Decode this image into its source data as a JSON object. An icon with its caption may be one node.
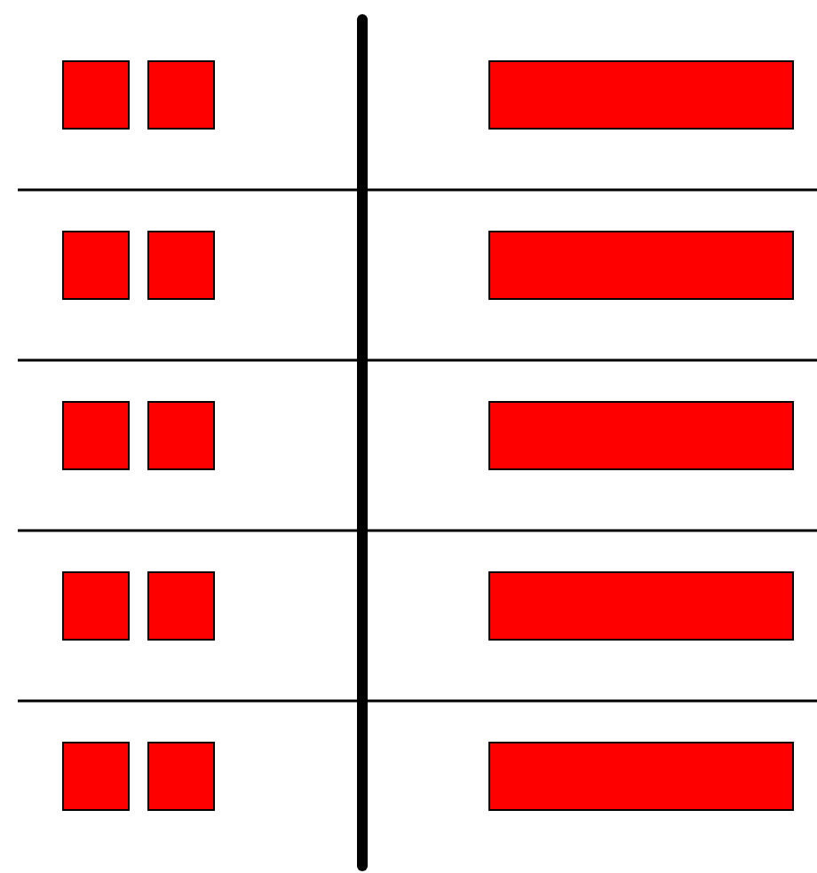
{
  "diagram": {
    "nodes": [
      {
        "text": [],
        "shape": "box"
      },
      {
        "text": [],
        "shape": "box"
      },
      {
        "text": [],
        "shape": "bar"
      },
      {
        "text": [],
        "shape": "box"
      },
      {
        "text": [],
        "shape": "box"
      },
      {
        "text": [],
        "shape": "bar"
      },
      {
        "text": [],
        "shape": "box"
      },
      {
        "text": [],
        "shape": "box"
      },
      {
        "text": [],
        "shape": "bar"
      },
      {
        "text": [],
        "shape": "box"
      },
      {
        "text": [],
        "shape": "box"
      },
      {
        "text": [],
        "shape": "bar"
      },
      {
        "text": [],
        "shape": "box"
      },
      {
        "text": [],
        "shape": "box"
      },
      {
        "text": [],
        "shape": "bar"
      }
    ]
  }
}
